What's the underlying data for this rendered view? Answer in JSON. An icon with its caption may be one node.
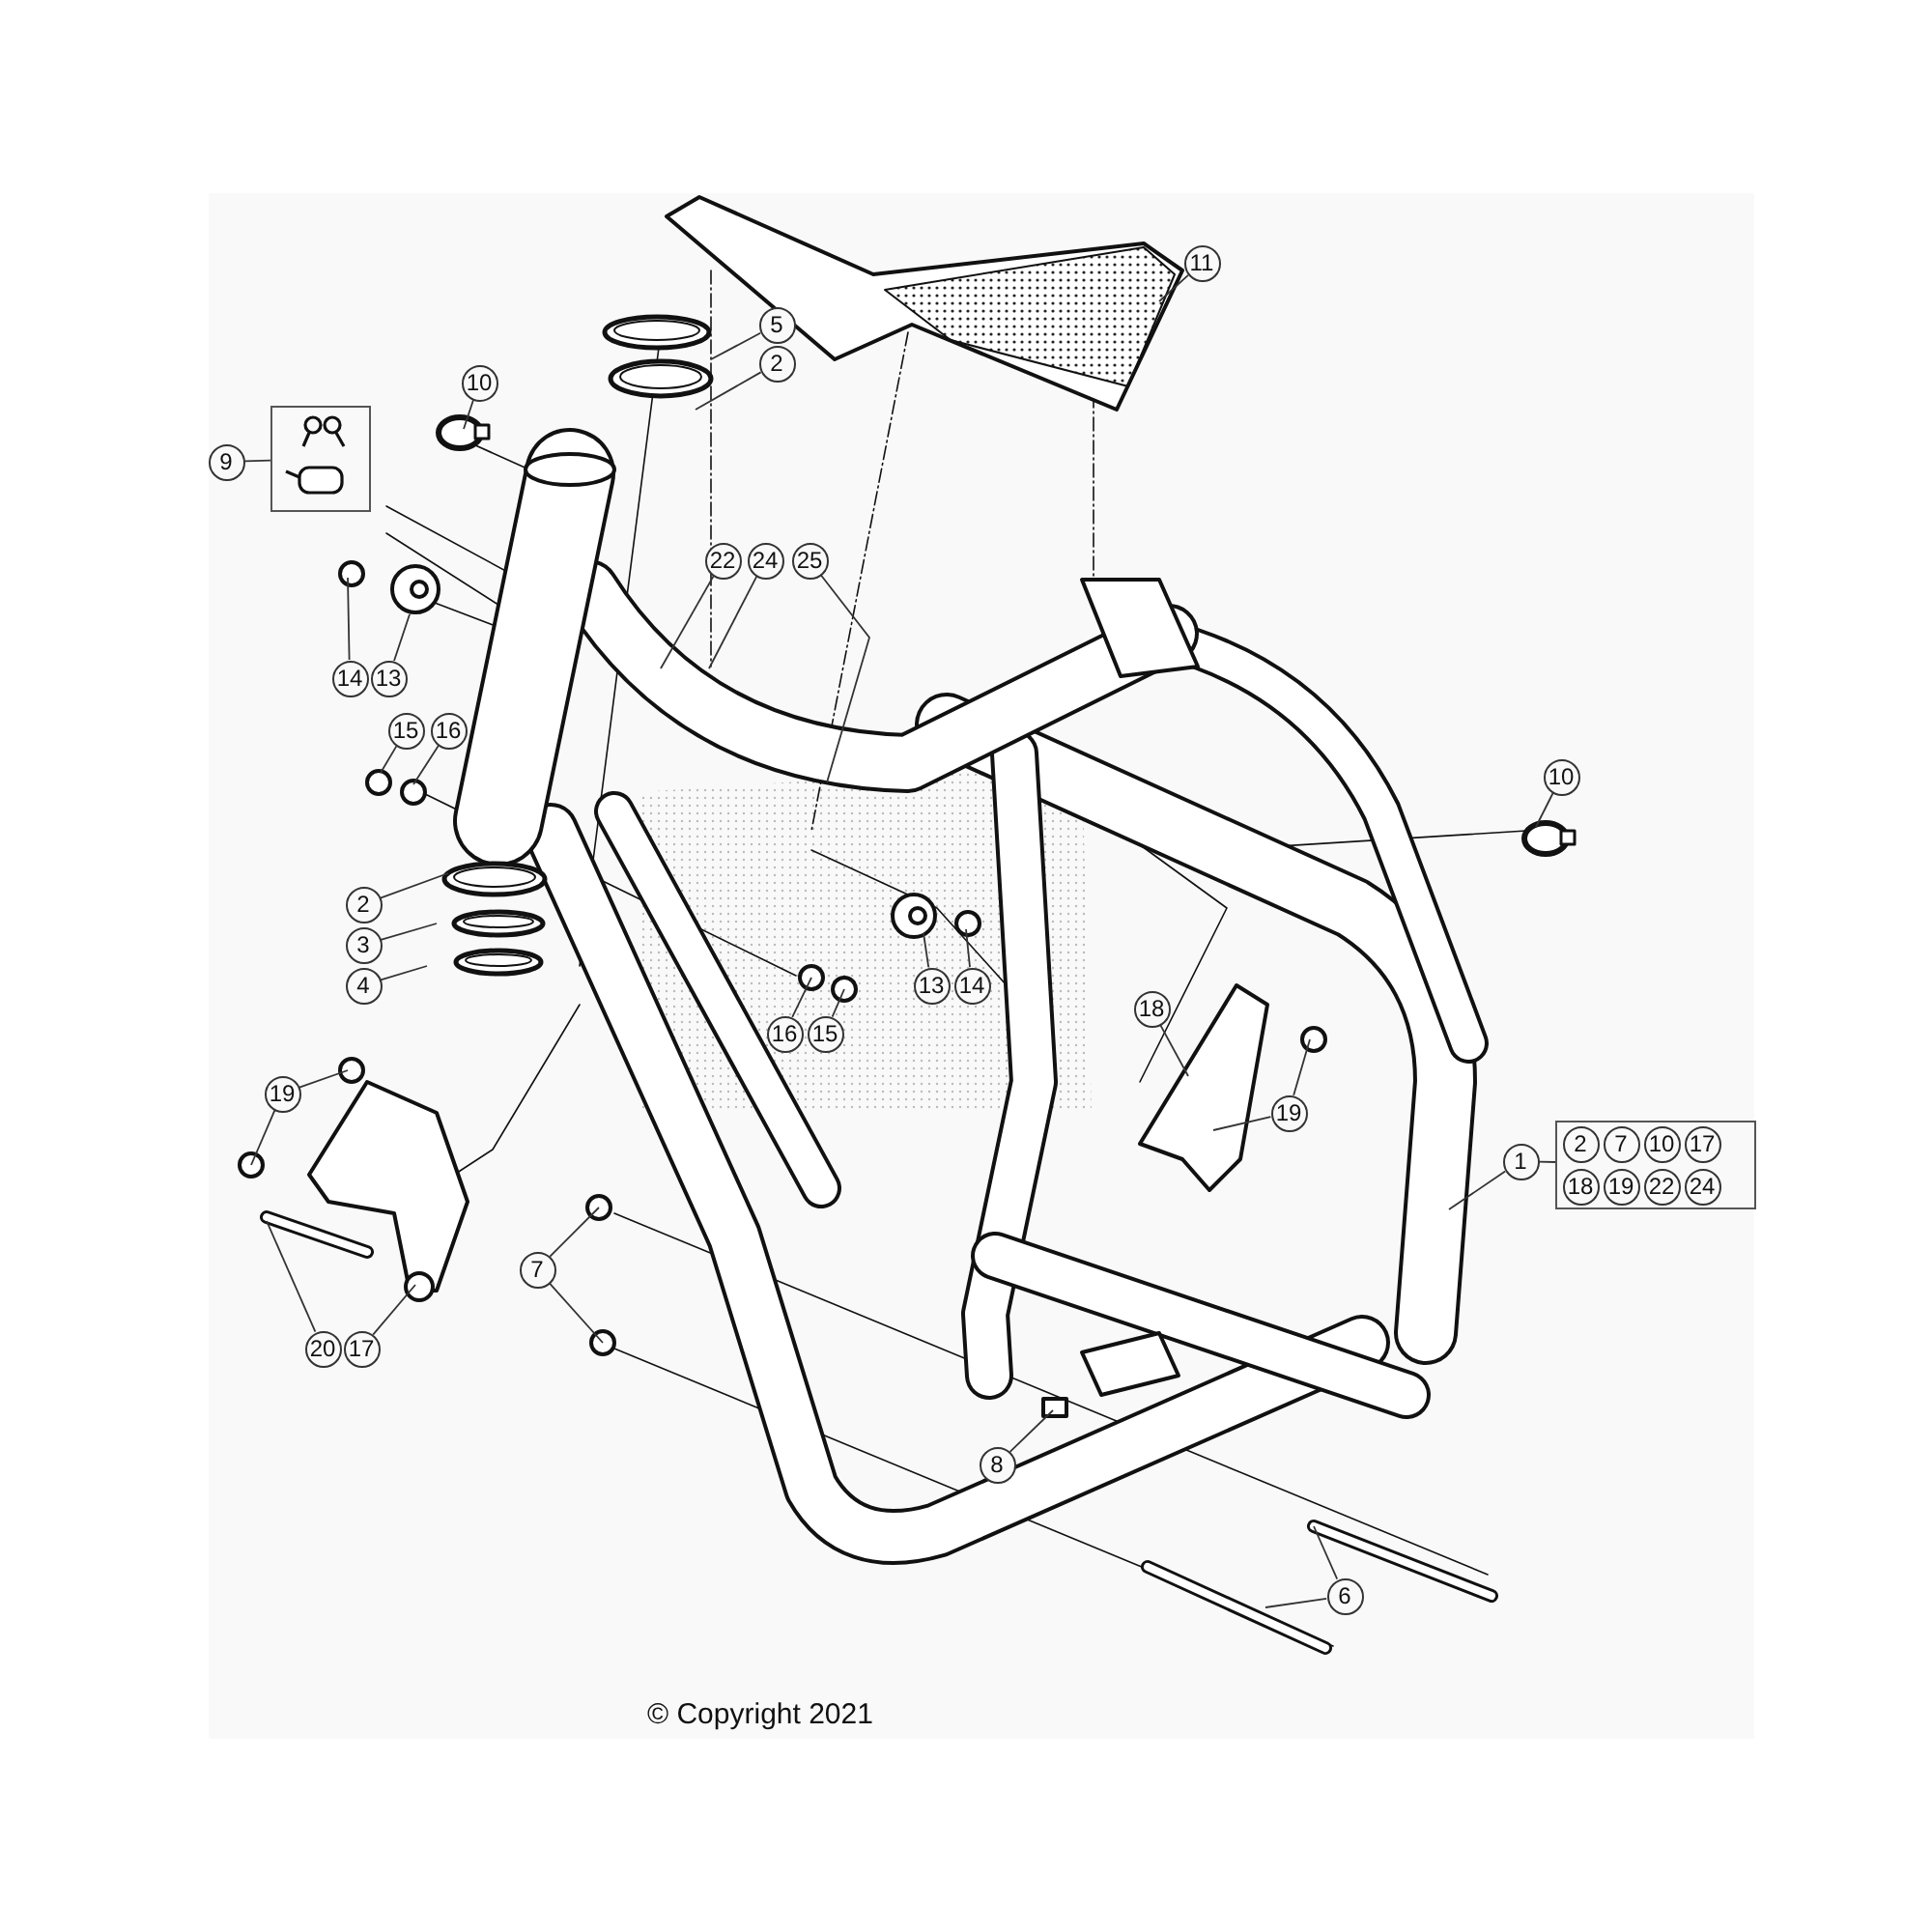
{
  "diagram": {
    "nodes": [
      {
        "text": [
          "11"
        ]
      },
      {
        "text": [
          "5"
        ]
      },
      {
        "text": [
          "2"
        ]
      },
      {
        "text": [
          "10"
        ]
      },
      {
        "text": [
          "9"
        ]
      },
      {
        "text": [],
        "shape": "box"
      },
      {
        "text": [
          "14"
        ]
      },
      {
        "text": [
          "13"
        ]
      },
      {
        "text": [
          "22"
        ]
      },
      {
        "text": [
          "24"
        ]
      },
      {
        "text": [
          "25"
        ]
      },
      {
        "text": [
          "15"
        ]
      },
      {
        "text": [
          "16"
        ]
      },
      {
        "text": [
          "2"
        ]
      },
      {
        "text": [
          "3"
        ]
      },
      {
        "text": [
          "4"
        ]
      },
      {
        "text": [
          "13"
        ]
      },
      {
        "text": [
          "14"
        ]
      },
      {
        "text": [
          "16"
        ]
      },
      {
        "text": [
          "15"
        ]
      },
      {
        "text": [
          "10"
        ]
      },
      {
        "text": [
          "18"
        ]
      },
      {
        "text": [
          "19"
        ]
      },
      {
        "text": [
          "1"
        ]
      },
      {
        "text": [],
        "shape": "box"
      },
      {
        "text": [
          "2"
        ],
        "in": 24
      },
      {
        "text": [
          "7"
        ],
        "in": 24
      },
      {
        "text": [
          "10"
        ],
        "in": 24
      },
      {
        "text": [
          "17"
        ],
        "in": 24
      },
      {
        "text": [
          "18"
        ],
        "in": 24
      },
      {
        "text": [
          "19"
        ],
        "in": 24
      },
      {
        "text": [
          "22"
        ],
        "in": 24
      },
      {
        "text": [
          "24"
        ],
        "in": 24
      },
      {
        "text": [
          "19"
        ]
      },
      {
        "text": [
          "20"
        ]
      },
      {
        "text": [
          "17"
        ]
      },
      {
        "text": [
          "7"
        ]
      },
      {
        "text": [
          "8"
        ]
      },
      {
        "text": [
          "6"
        ]
      }
    ],
    "edges": [
      {
        "from": 0,
        "to": null,
        "arrow": "none"
      },
      {
        "from": 1,
        "to": null,
        "arrow": "none"
      },
      {
        "from": 2,
        "to": null,
        "arrow": "none"
      },
      {
        "from": 3,
        "to": null,
        "arrow": "none"
      },
      {
        "from": 4,
        "to": 5,
        "arrow": "none"
      },
      {
        "from": 6,
        "to": null,
        "arrow": "none"
      },
      {
        "from": 7,
        "to": null,
        "arrow": "none"
      },
      {
        "from": 8,
        "to": null,
        "arrow": "none"
      },
      {
        "from": 9,
        "to": null,
        "arrow": "none"
      },
      {
        "from": 10,
        "to": null,
        "arrow": "none"
      },
      {
        "from": 11,
        "to": null,
        "arrow": "none"
      },
      {
        "from": 12,
        "to": null,
        "arrow": "none"
      },
      {
        "from": 13,
        "to": null,
        "arrow": "none"
      },
      {
        "from": 14,
        "to": null,
        "arrow": "none"
      },
      {
        "from": 15,
        "to": null,
        "arrow": "none"
      },
      {
        "from": 16,
        "to": null,
        "arrow": "none"
      },
      {
        "from": 17,
        "to": null,
        "arrow": "none"
      },
      {
        "from": 18,
        "to": null,
        "arrow": "none"
      },
      {
        "from": 19,
        "to": null,
        "arrow": "none"
      },
      {
        "from": 20,
        "to": null,
        "arrow": "none"
      },
      {
        "from": 21,
        "to": null,
        "arrow": "none"
      },
      {
        "from": 22,
        "to": null,
        "arrow": "none"
      },
      {
        "from": 22,
        "to": null,
        "arrow": "none"
      },
      {
        "from": 23,
        "to": 24,
        "arrow": "none"
      },
      {
        "from": 23,
        "to": null,
        "arrow": "none"
      },
      {
        "from": 33,
        "to": null,
        "arrow": "none"
      },
      {
        "from": 33,
        "to": null,
        "arrow": "none"
      },
      {
        "from": 34,
        "to": null,
        "arrow": "none"
      },
      {
        "from": 35,
        "to": null,
        "arrow": "none"
      },
      {
        "from": 36,
        "to": null,
        "arrow": "none"
      },
      {
        "from": 36,
        "to": null,
        "arrow": "none"
      },
      {
        "from": 37,
        "to": null,
        "arrow": "none"
      },
      {
        "from": 38,
        "to": null,
        "arrow": "none"
      },
      {
        "from": 38,
        "to": null,
        "arrow": "none"
      }
    ],
    "labels": [
      "© Copyright 2021"
    ]
  }
}
